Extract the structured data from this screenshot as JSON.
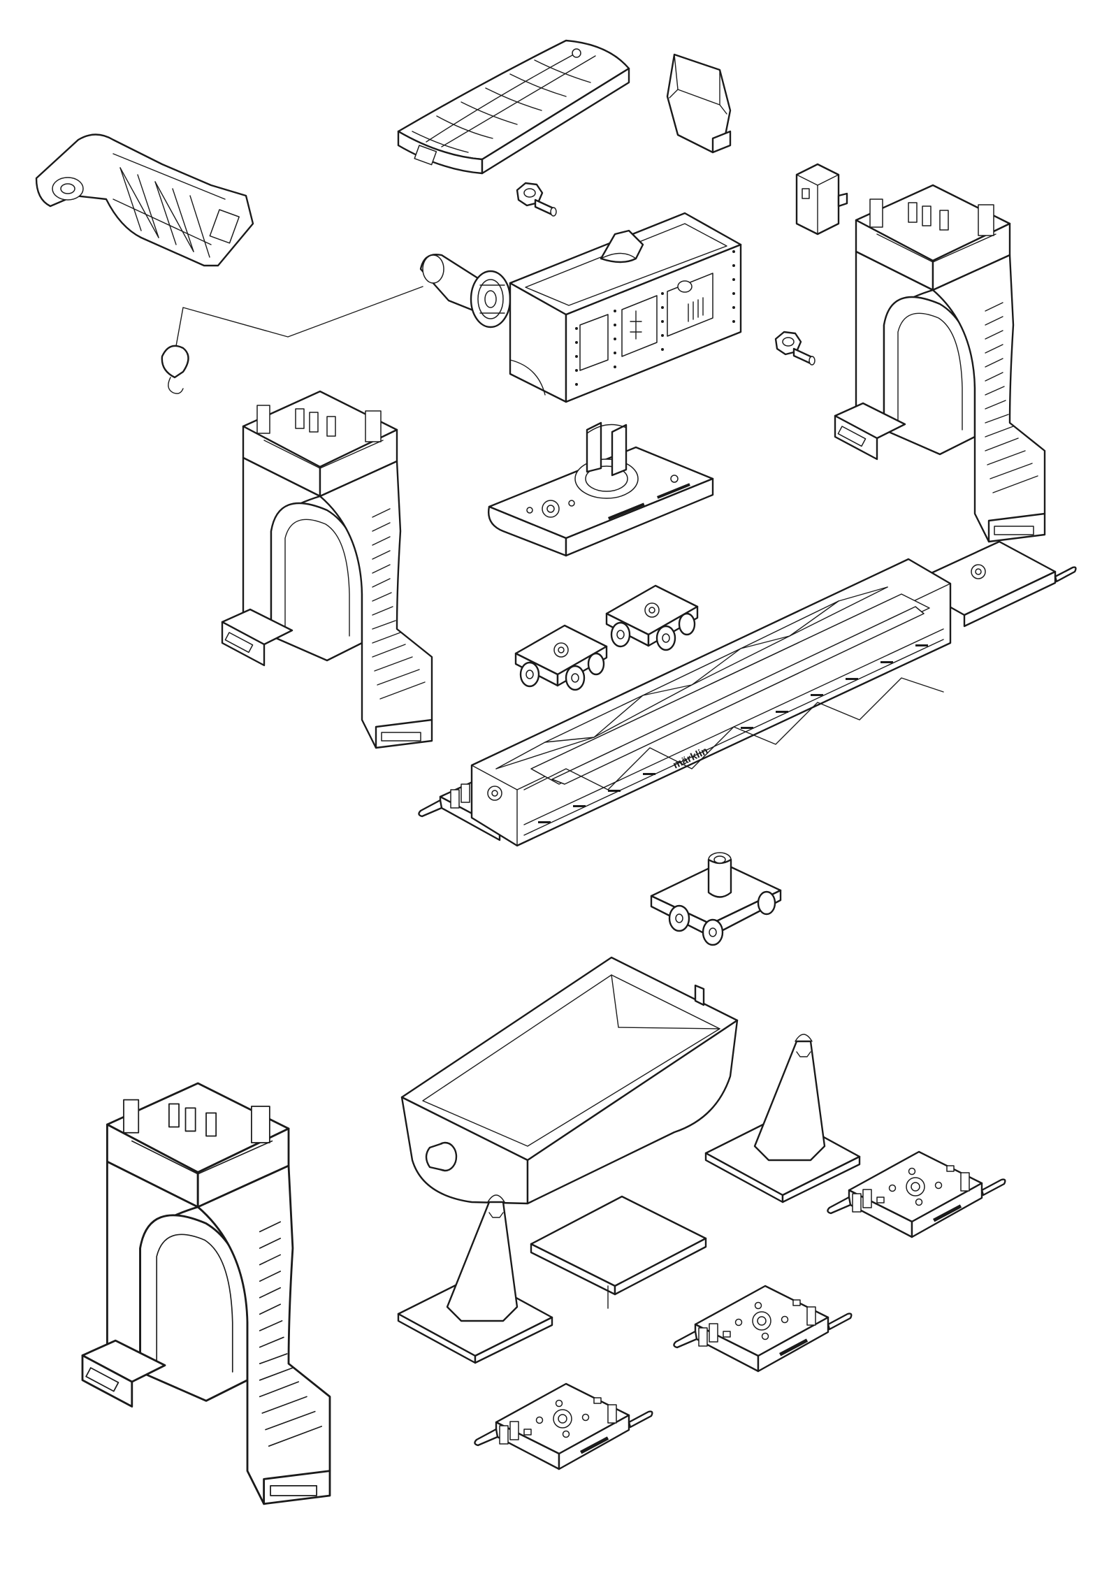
{
  "colors": {
    "ink": "#1a1a1a",
    "paper": "#ffffff"
  },
  "parts": [
    {
      "id": "roof",
      "kind": "curved-roof-panel",
      "icon": "roof-panel-icon"
    },
    {
      "id": "side-clip",
      "kind": "bracket-clip",
      "icon": "clip-icon"
    },
    {
      "id": "crane-arm",
      "kind": "lattice-jib-arm",
      "icon": "crane-arm-icon"
    },
    {
      "id": "knob-1",
      "kind": "thumb-screw",
      "icon": "knob-icon"
    },
    {
      "id": "end-block",
      "kind": "end-stop-block",
      "icon": "block-icon"
    },
    {
      "id": "winch-drum",
      "kind": "cable-drum-with-hook",
      "icon": "winch-icon"
    },
    {
      "id": "crane-cab",
      "kind": "crane-cab-housing",
      "icon": "cab-icon"
    },
    {
      "id": "knob-2",
      "kind": "thumb-screw",
      "icon": "knob-icon"
    },
    {
      "id": "pylon-right",
      "kind": "arched-support-pylon",
      "icon": "pylon-icon"
    },
    {
      "id": "pylon-left",
      "kind": "arched-support-pylon",
      "icon": "pylon-icon"
    },
    {
      "id": "turntable-base",
      "kind": "rotating-base-plate",
      "icon": "turntable-icon"
    },
    {
      "id": "bogie-1",
      "kind": "two-axle-bogie",
      "icon": "bogie-icon"
    },
    {
      "id": "bogie-2",
      "kind": "two-axle-bogie",
      "icon": "bogie-icon"
    },
    {
      "id": "bridge-girder",
      "kind": "truss-girder-flatcar",
      "icon": "girder-icon",
      "logo": "märklin"
    },
    {
      "id": "bogie-3",
      "kind": "bogie-with-post",
      "icon": "bogie-icon"
    },
    {
      "id": "pylon-front",
      "kind": "arched-support-pylon",
      "icon": "pylon-icon"
    },
    {
      "id": "hopper",
      "kind": "ore-hopper-bucket",
      "icon": "hopper-icon"
    },
    {
      "id": "stand-1",
      "kind": "a-frame-stand",
      "icon": "stand-icon"
    },
    {
      "id": "plate",
      "kind": "flat-plate",
      "icon": "plate-icon"
    },
    {
      "id": "stand-2",
      "kind": "a-frame-stand",
      "icon": "stand-icon"
    },
    {
      "id": "rail-clip-1",
      "kind": "track-base-clip",
      "icon": "rail-clip-icon"
    },
    {
      "id": "rail-clip-2",
      "kind": "track-base-clip",
      "icon": "rail-clip-icon"
    },
    {
      "id": "rail-clip-3",
      "kind": "track-base-clip",
      "icon": "rail-clip-icon"
    }
  ]
}
